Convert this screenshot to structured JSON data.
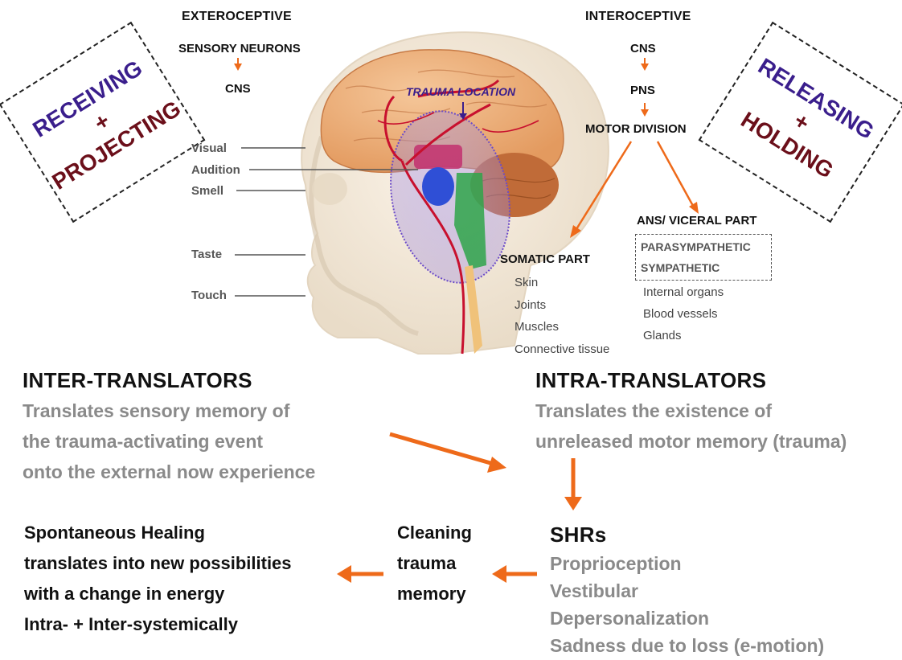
{
  "stamps": {
    "left": {
      "top": "RECEIVING",
      "plus": "+",
      "bottom": "PROJECTING"
    },
    "right": {
      "top": "RELEASING",
      "plus": "+",
      "bottom": "HOLDING"
    }
  },
  "exteroceptive": {
    "title": "EXTEROCEPTIVE",
    "step1": "SENSORY NEURONS",
    "step2": "CNS"
  },
  "interoceptive": {
    "title": "INTEROCEPTIVE",
    "step1": "CNS",
    "step2": "PNS",
    "step3": "MOTOR DIVISION"
  },
  "trauma_label": "TRAUMA LOCATION",
  "senses": [
    "Visual",
    "Audition",
    "Smell",
    "Taste",
    "Touch"
  ],
  "somatic": {
    "title": "SOMATIC PART",
    "items": [
      "Skin",
      "Joints",
      "Muscles",
      "Connective tissue"
    ]
  },
  "ans": {
    "title": "ANS/ VICERAL PART",
    "boxed": [
      "PARASYMPATHETIC",
      "SYMPATHETIC"
    ],
    "items": [
      "Internal organs",
      "Blood vessels",
      "Glands"
    ]
  },
  "inter": {
    "title": "INTER-TRANSLATORS",
    "lines": [
      "Translates sensory memory of",
      "the trauma-activating event",
      "onto the external now experience"
    ]
  },
  "intra": {
    "title": "INTRA-TRANSLATORS",
    "lines": [
      "Translates the existence of",
      "unreleased motor memory (trauma)"
    ]
  },
  "shrs": {
    "title": "SHRs",
    "items": [
      "Proprioception",
      "Vestibular",
      "Depersonalization",
      "Sadness due to loss (e-motion)"
    ]
  },
  "cleaning": {
    "lines": [
      "Cleaning",
      "trauma",
      "memory"
    ]
  },
  "healing": {
    "lines": [
      "Spontaneous Healing",
      "translates into new possibilities",
      "with a change in energy",
      "Intra- + Inter-systemically"
    ]
  },
  "colors": {
    "arrow": "#ee6a1a",
    "purple": "#3a1e8c",
    "maroon": "#6b0f1a"
  }
}
